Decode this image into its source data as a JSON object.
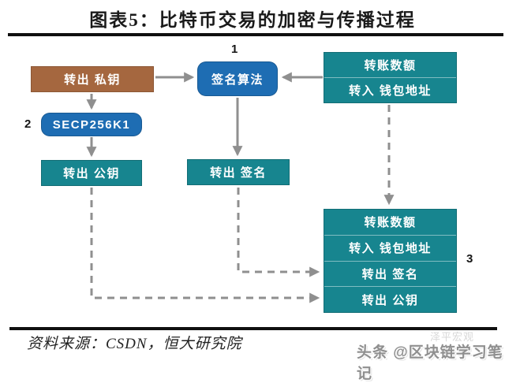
{
  "header": {
    "title": "图表5：比特币交易的加密与传播过程"
  },
  "footer": {
    "source": "资料来源：CSDN，恒大研究院",
    "watermark_main": "头条 @区块链学习笔记",
    "watermark_faint": "泽平宏观"
  },
  "diagram": {
    "step_labels": {
      "one": "1",
      "two": "2",
      "three": "3"
    },
    "nodes": {
      "private_key": "转出 私钥",
      "secp256k1": "SECP256K1",
      "public_key": "转出 公钥",
      "sign_algorithm": "签名算法",
      "signature": "转出 签名",
      "tx_top": [
        "转账数额",
        "转入 钱包地址"
      ],
      "tx_full": [
        "转账数额",
        "转入 钱包地址",
        "转出 签名",
        "转出 公钥"
      ]
    },
    "colors": {
      "brown_box": "#A5673F",
      "blue_box": "#1E6DB3",
      "teal_box": "#17858F",
      "arrow_gray": "#8F8F8F",
      "rule_black": "#101010"
    }
  }
}
